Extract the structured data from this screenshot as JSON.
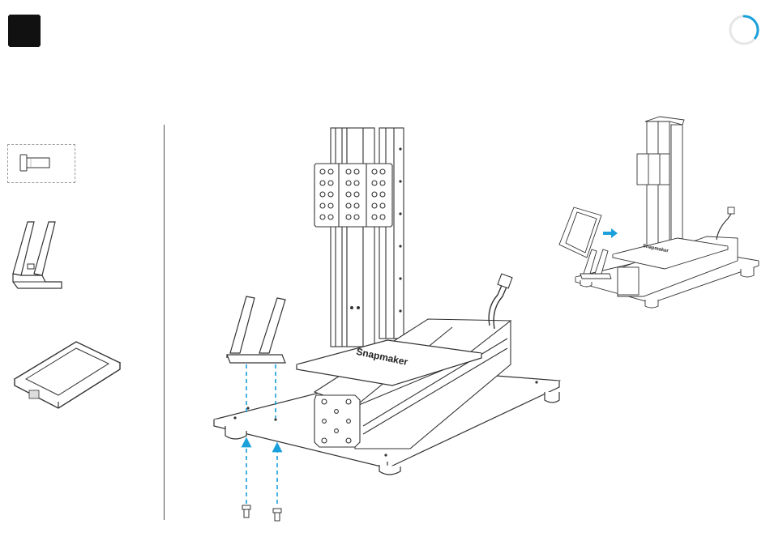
{
  "brand_text": "Snapmaker",
  "colors": {
    "badge": "#111111",
    "accent": "#1aa0da",
    "line": "#333333",
    "divider": "#555555"
  },
  "icons": {
    "step_badge": "step-badge-icon",
    "progress": "progress-ring-icon",
    "screw": "screw-icon",
    "bracket": "bracket-icon",
    "screen": "touchscreen-icon",
    "arrow": "arrow-right-icon"
  },
  "progress": {
    "fraction": 0.35
  },
  "parts": [
    {
      "name": "screw",
      "boxed": true
    },
    {
      "name": "screen-bracket",
      "boxed": false
    },
    {
      "name": "touchscreen",
      "boxed": false
    }
  ]
}
